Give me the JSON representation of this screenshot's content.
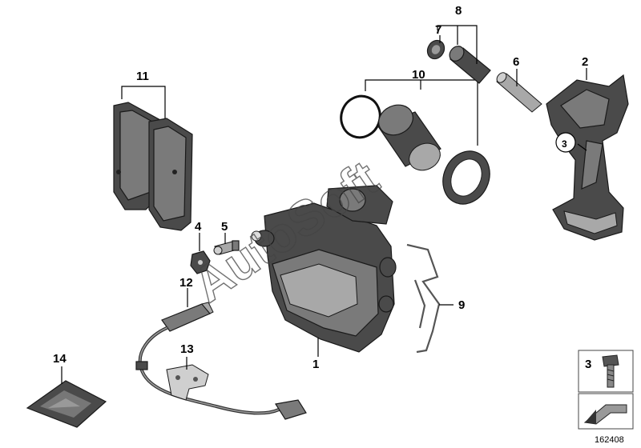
{
  "watermark": "AutoSoft",
  "catalog_number": "162408",
  "legend_box": {
    "callout": "3"
  },
  "callouts": [
    {
      "id": "c1",
      "text": "1"
    },
    {
      "id": "c2",
      "text": "2"
    },
    {
      "id": "c3",
      "text": "3"
    },
    {
      "id": "c4",
      "text": "4"
    },
    {
      "id": "c5",
      "text": "5"
    },
    {
      "id": "c6",
      "text": "6"
    },
    {
      "id": "c7",
      "text": "7"
    },
    {
      "id": "c8",
      "text": "8"
    },
    {
      "id": "c9",
      "text": "9"
    },
    {
      "id": "c10",
      "text": "10"
    },
    {
      "id": "c11",
      "text": "11"
    },
    {
      "id": "c12",
      "text": "12"
    },
    {
      "id": "c13",
      "text": "13"
    },
    {
      "id": "c14",
      "text": "14"
    }
  ]
}
